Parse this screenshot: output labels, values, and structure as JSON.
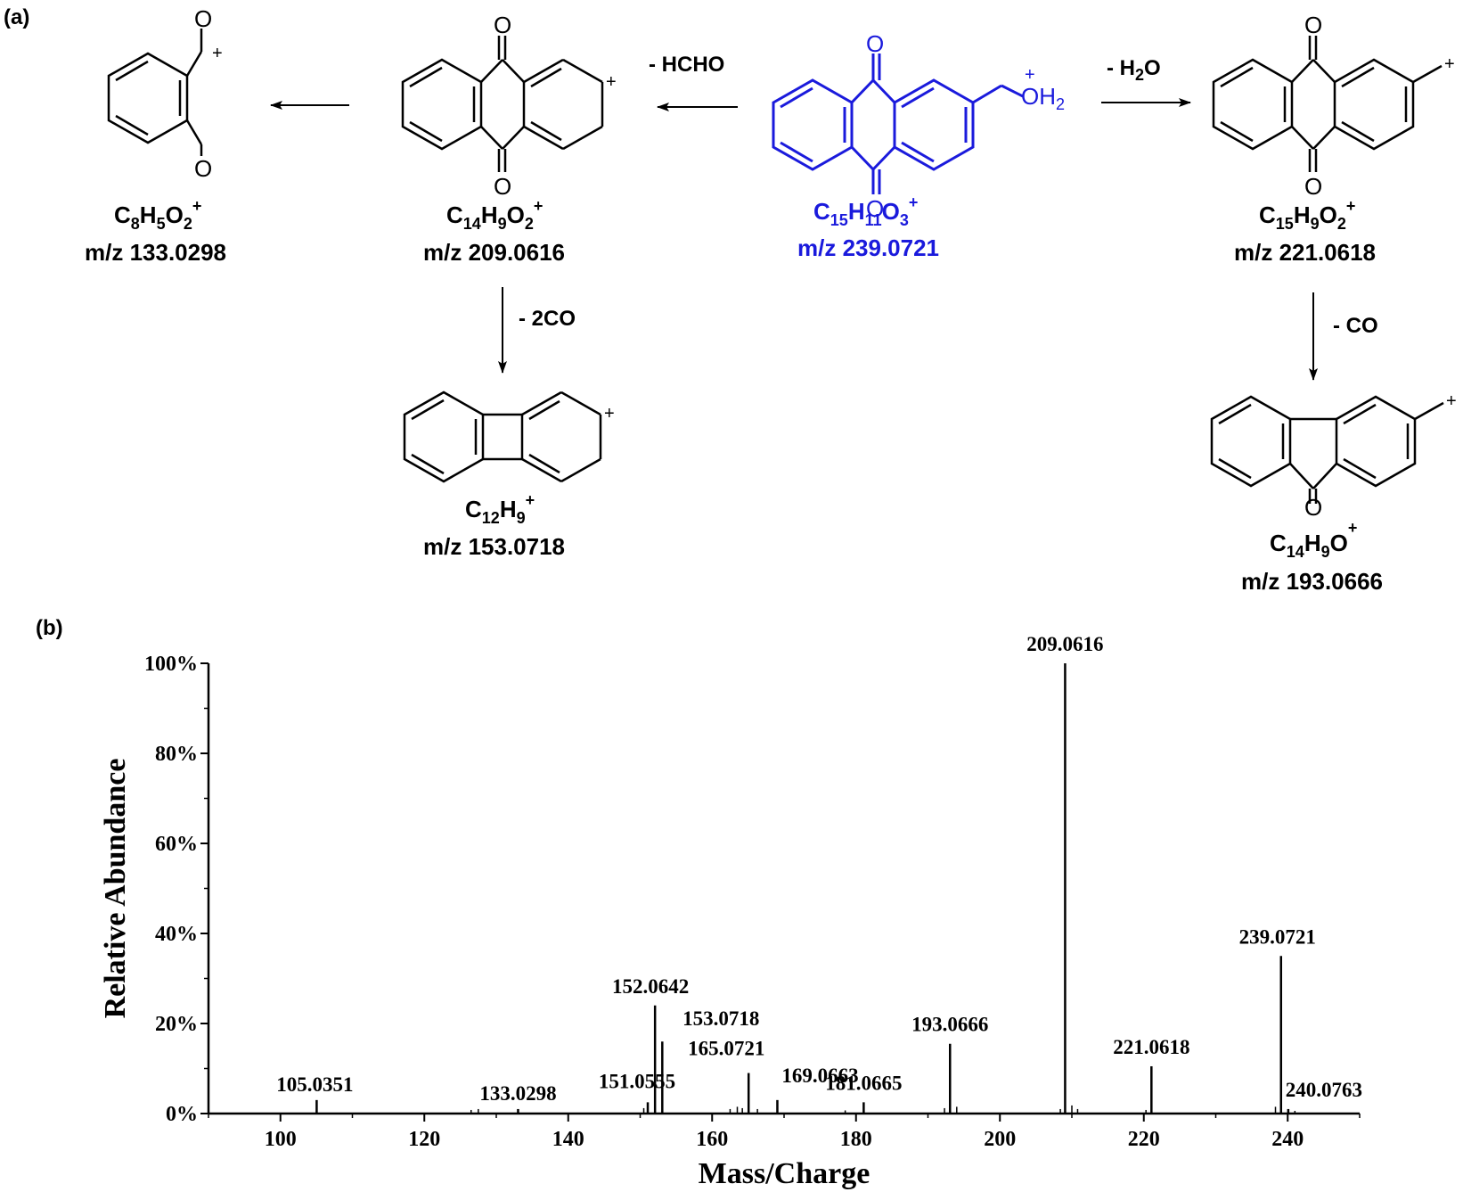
{
  "panel_a": {
    "label": "(a)",
    "parent": {
      "formula": [
        "C",
        "15",
        "H",
        "11",
        "O",
        "3",
        "+"
      ],
      "mz": "m/z 239.0721",
      "color": "#1a1adc"
    },
    "loss_hcho": "- HCHO",
    "loss_h2o": [
      "- H",
      "2",
      "O"
    ],
    "loss_2co": "- 2CO",
    "loss_co": "- CO",
    "frag_209": {
      "formula": [
        "C",
        "14",
        "H",
        "9",
        "O",
        "2",
        "+"
      ],
      "mz": "m/z 209.0616"
    },
    "frag_133": {
      "formula": [
        "C",
        "8",
        "H",
        "5",
        "O",
        "2",
        "+"
      ],
      "mz": "m/z 133.0298"
    },
    "frag_153": {
      "formula": [
        "C",
        "12",
        "H",
        "9",
        "+"
      ],
      "mz": "m/z 153.0718"
    },
    "frag_221": {
      "formula": [
        "C",
        "15",
        "H",
        "9",
        "O",
        "2",
        "+"
      ],
      "mz": "m/z 221.0618"
    },
    "frag_193": {
      "formula": [
        "C",
        "14",
        "H",
        "9",
        "O",
        "+"
      ],
      "mz": "m/z 193.0666"
    },
    "atoms": {
      "o": "O",
      "oh2": [
        "OH",
        "2"
      ],
      "plus": "+"
    }
  },
  "panel_b": {
    "label": "(b)"
  },
  "chart_data": {
    "type": "bar",
    "title": "",
    "xlabel": "Mass/Charge",
    "ylabel": "Relative Abundance",
    "xlim": [
      90,
      250
    ],
    "ylim": [
      0,
      100
    ],
    "xticks": [
      100,
      120,
      140,
      160,
      180,
      200,
      220,
      240
    ],
    "yticks": [
      0,
      20,
      40,
      60,
      80,
      100
    ],
    "ytick_labels": [
      "0%",
      "20%",
      "40%",
      "60%",
      "80%",
      "100%"
    ],
    "grid": false,
    "peaks": [
      {
        "mz": 105.0351,
        "value": 3,
        "label": "105.0351"
      },
      {
        "mz": 133.0298,
        "value": 1,
        "label": "133.0298"
      },
      {
        "mz": 151.0555,
        "value": 2.5,
        "label": "151.0555"
      },
      {
        "mz": 152.0642,
        "value": 24,
        "label": "152.0642"
      },
      {
        "mz": 153.0718,
        "value": 16,
        "label": "153.0718"
      },
      {
        "mz": 165.0721,
        "value": 9,
        "label": "165.0721"
      },
      {
        "mz": 169.0663,
        "value": 3,
        "label": "169.0663"
      },
      {
        "mz": 181.0665,
        "value": 2.5,
        "label": "181.0665"
      },
      {
        "mz": 193.0666,
        "value": 15.5,
        "label": "193.0666"
      },
      {
        "mz": 209.0616,
        "value": 100,
        "label": "209.0616"
      },
      {
        "mz": 221.0618,
        "value": 10.5,
        "label": "221.0618"
      },
      {
        "mz": 239.0721,
        "value": 35,
        "label": "239.0721"
      },
      {
        "mz": 240.0763,
        "value": 1,
        "label": "240.0763"
      }
    ],
    "minor_peaks": [
      {
        "mz": 126.5,
        "value": 0.8
      },
      {
        "mz": 127.5,
        "value": 1.0
      },
      {
        "mz": 150.5,
        "value": 1.2
      },
      {
        "mz": 162.5,
        "value": 1.0
      },
      {
        "mz": 163.5,
        "value": 1.5
      },
      {
        "mz": 164.2,
        "value": 1.2
      },
      {
        "mz": 166.3,
        "value": 1.0
      },
      {
        "mz": 178.5,
        "value": 0.7
      },
      {
        "mz": 192.3,
        "value": 1.2
      },
      {
        "mz": 194.0,
        "value": 1.5
      },
      {
        "mz": 208.4,
        "value": 1.0
      },
      {
        "mz": 210.0,
        "value": 1.8
      },
      {
        "mz": 210.8,
        "value": 1.0
      },
      {
        "mz": 220.3,
        "value": 0.8
      },
      {
        "mz": 238.3,
        "value": 1.5
      },
      {
        "mz": 241.0,
        "value": 0.6
      }
    ]
  }
}
